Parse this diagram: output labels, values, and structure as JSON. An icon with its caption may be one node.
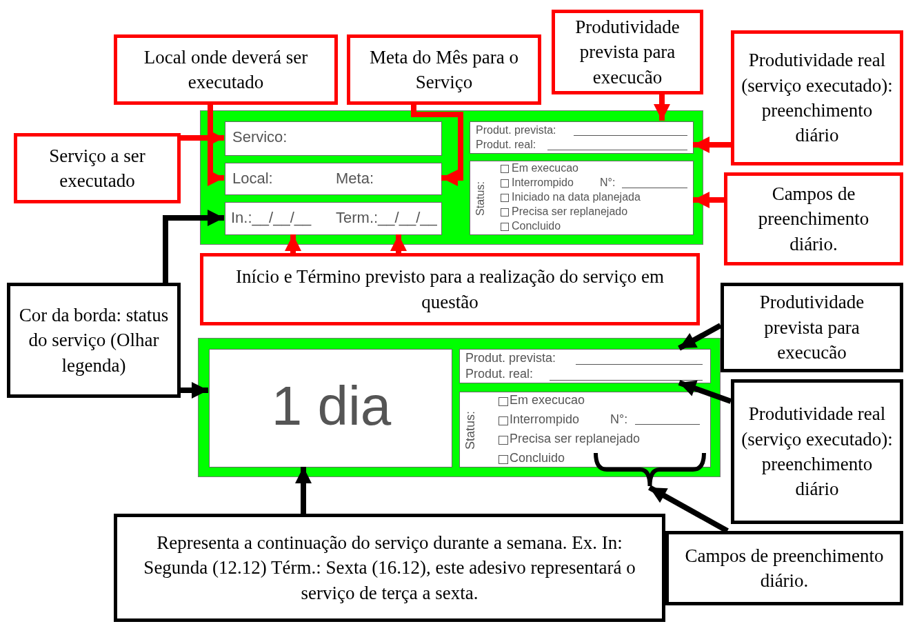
{
  "diagram": {
    "nodes": [
      {
        "text": [],
        "shape": "box"
      },
      {
        "text": [
          "Servico:"
        ],
        "in": 0
      },
      {
        "text": [
          "Local:",
          "Meta:"
        ],
        "in": 0
      },
      {
        "text": [
          "In.:__/__/__",
          "Term.:__/__/__"
        ],
        "in": 0
      },
      {
        "text": [
          "Produt. prevista:",
          "Produt. real:"
        ],
        "in": 0
      },
      {
        "text": [
          "Status:",
          "Em execucao",
          "Interrompido",
          "N°:",
          "Iniciado na data planejada",
          "Precisa ser replanejado",
          "Concluido"
        ],
        "in": 0
      },
      {
        "text": [],
        "shape": "box"
      },
      {
        "text": [
          "1 dia"
        ],
        "in": 6
      },
      {
        "text": [
          "Produt. prevista:",
          "Produt. real:"
        ],
        "in": 6
      },
      {
        "text": [
          "Status:",
          "Em execucao",
          "Interrompido",
          "N°:",
          "Precisa ser replanejado",
          "Concluido"
        ],
        "in": 6
      },
      {
        "text": [
          "Local onde deverá ser executado"
        ]
      },
      {
        "text": [
          "Meta do Mês para o Serviço"
        ]
      },
      {
        "text": [
          "Produtividade prevista para execucão"
        ]
      },
      {
        "text": [
          "Produtividade real (serviço executado): preenchimento diário"
        ]
      },
      {
        "text": [
          "Serviço a ser executado"
        ]
      },
      {
        "text": [
          "Campos de preenchimento diário."
        ]
      },
      {
        "text": [
          "Início e Término previsto para a realização do serviço em questão"
        ]
      },
      {
        "text": [
          "Cor da borda: status do serviço (Olhar legenda)"
        ]
      },
      {
        "text": [
          "Produtividade prevista para execucão"
        ]
      },
      {
        "text": [
          "Produtividade real (serviço executado): preenchimento diário"
        ]
      },
      {
        "text": [
          "Representa a continuação do serviço durante a semana. Ex. In: Segunda (12.12) Térm.: Sexta (16.12), este adesivo representará o serviço de terça a sexta."
        ]
      },
      {
        "text": [
          "Campos de preenchimento diário."
        ]
      },
      {
        "text": [],
        "shape": "brace"
      }
    ],
    "edges": [
      {
        "from": 14,
        "to": 1,
        "arrow": "to"
      },
      {
        "from": 10,
        "to": 2,
        "arrow": "to"
      },
      {
        "from": 11,
        "to": 2,
        "arrow": "to"
      },
      {
        "from": 12,
        "to": 4,
        "arrow": "to"
      },
      {
        "from": 13,
        "to": 4,
        "arrow": "to"
      },
      {
        "from": 15,
        "to": 5,
        "arrow": "to"
      },
      {
        "from": 16,
        "to": 3,
        "arrow": "to"
      },
      {
        "from": 16,
        "to": 3,
        "arrow": "to"
      },
      {
        "from": 17,
        "to": 3,
        "arrow": "to",
        "color": "#000000"
      },
      {
        "from": 17,
        "to": 7,
        "arrow": "to",
        "color": "#000000"
      },
      {
        "from": 18,
        "to": 8,
        "arrow": "to",
        "color": "#000000"
      },
      {
        "from": 19,
        "to": 8,
        "arrow": "to",
        "color": "#000000"
      },
      {
        "from": 20,
        "to": 7,
        "arrow": "to",
        "color": "#000000"
      },
      {
        "from": 21,
        "to": 22,
        "arrow": "to",
        "color": "#000000"
      }
    ]
  }
}
